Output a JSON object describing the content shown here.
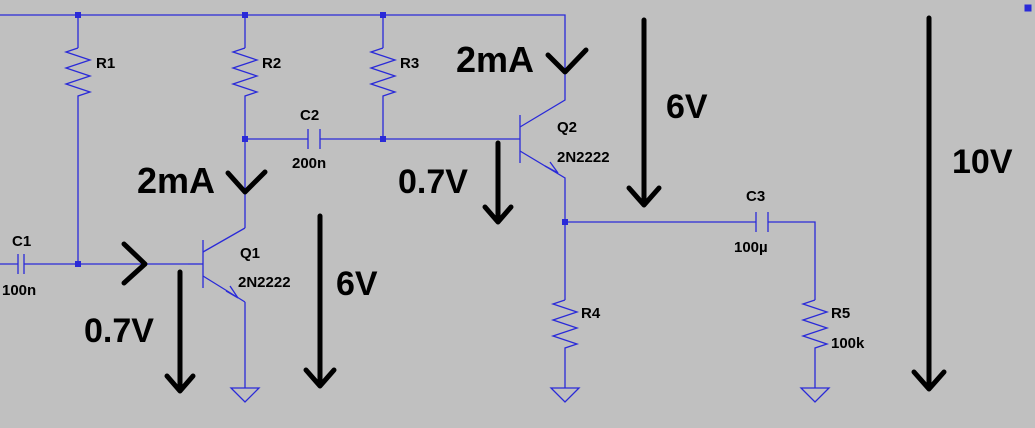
{
  "components": {
    "R1": {
      "ref": "R1"
    },
    "R2": {
      "ref": "R2"
    },
    "R3": {
      "ref": "R3"
    },
    "R4": {
      "ref": "R4"
    },
    "R5": {
      "ref": "R5",
      "value": "100k"
    },
    "C1": {
      "ref": "C1",
      "value": "100n"
    },
    "C2": {
      "ref": "C2",
      "value": "200n"
    },
    "C3": {
      "ref": "C3",
      "value": "100µ"
    },
    "Q1": {
      "ref": "Q1",
      "model": "2N2222"
    },
    "Q2": {
      "ref": "Q2",
      "model": "2N2222"
    }
  },
  "annotations": {
    "q2_collector_current": "2mA",
    "q1_collector_current": "2mA",
    "q2_vbe": "0.7V",
    "q1_vbe": "0.7V",
    "q2_vce": "6V",
    "q1_vce": "6V",
    "supply": "10V"
  },
  "colors": {
    "background": "#c0c0c0",
    "wire": "#2a2ad8",
    "annotation": "#000000"
  }
}
